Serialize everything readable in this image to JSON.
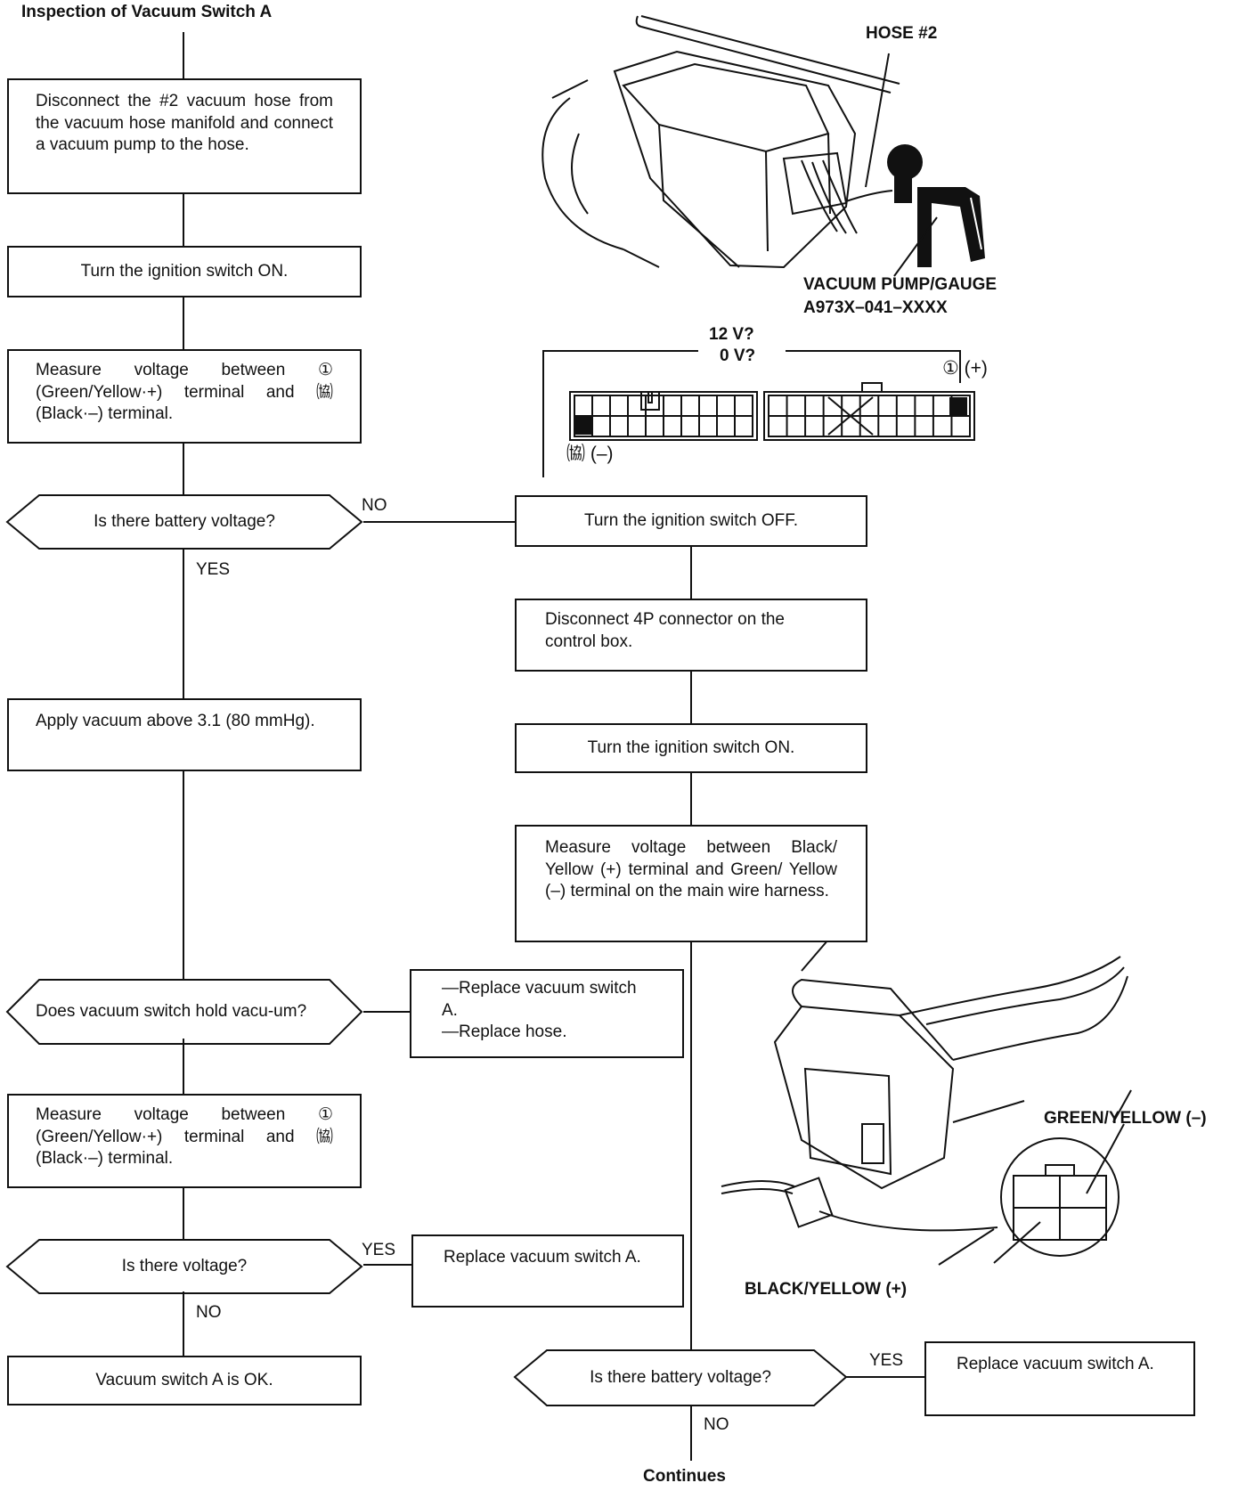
{
  "title": "Inspection of Vacuum Switch A",
  "left_column": {
    "step1": "Disconnect the #2 vacuum hose from the vacuum hose manifold and connect a vacuum pump to the hose.",
    "step2": "Turn the ignition switch ON.",
    "step3": "Measure voltage between ① (Green/Yellow·+) terminal and ㈿ (Black·–) terminal.",
    "q1": "Is there battery voltage?",
    "q1_yes": "YES",
    "q1_no": "NO",
    "step4": "Apply vacuum above 3.1 (80 mmHg).",
    "q2": "Does vacuum switch hold vacu-um?",
    "q2_fail": "—Replace vacuum switch A.\n—Replace hose.",
    "step5": "Measure voltage between ① (Green/Yellow·+) terminal and ㈿ (Black·–) terminal.",
    "q3": "Is there voltage?",
    "q3_yes": "YES",
    "q3_no": "NO",
    "q3_yes_action": "Replace vacuum switch A.",
    "ok": "Vacuum switch A is OK."
  },
  "right_column": {
    "step1": "Turn the ignition switch OFF.",
    "step2": "Disconnect 4P connector on the control box.",
    "step3": "Turn the ignition switch ON.",
    "step4": "Measure voltage between Black/ Yellow (+) terminal and Green/ Yellow (–) terminal on the main wire harness.",
    "q": "Is there battery voltage?",
    "q_yes": "YES",
    "q_no": "NO",
    "q_yes_action": "Replace vacuum switch A.",
    "continues": "Continues"
  },
  "illustration_labels": {
    "hose": "HOSE #2",
    "pump": "VACUUM PUMP/GAUGE",
    "pump_part": "A973X–041–XXXX",
    "v12": "12 V?",
    "v0": "0 V?",
    "term1": "① (+)",
    "term32": "㈿ (–)",
    "green_yellow": "GREEN/YELLOW (–)",
    "black_yellow": "BLACK/YELLOW (+)"
  }
}
